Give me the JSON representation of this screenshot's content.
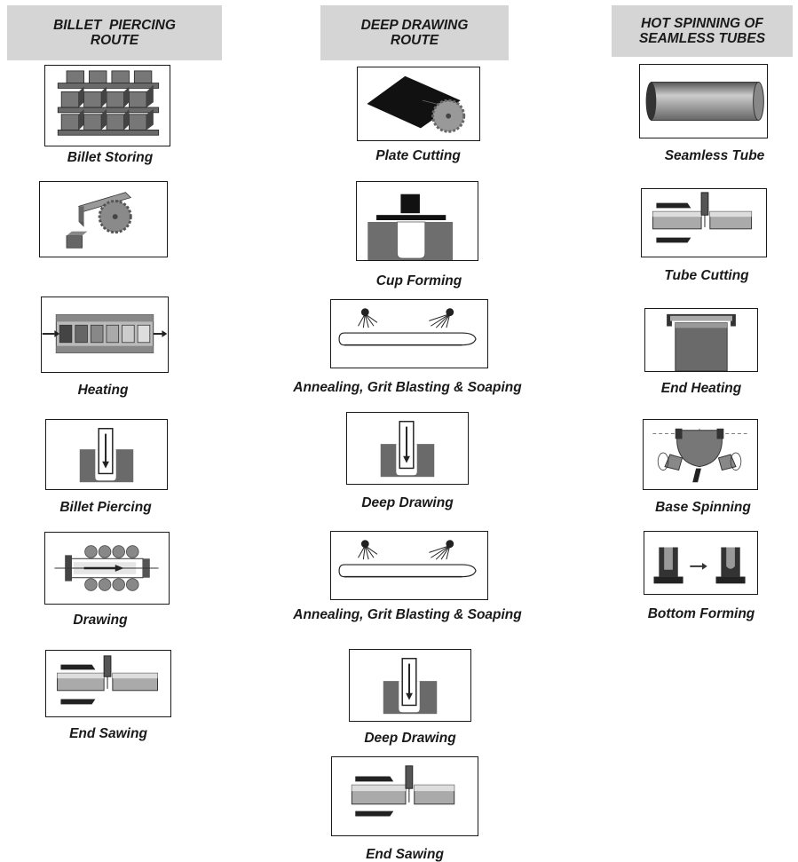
{
  "columns": [
    {
      "title_lines": [
        "BILLET  PIERCING",
        "ROUTE"
      ],
      "steps": [
        "Billet Storing",
        "",
        "Heating",
        "Billet Piercing",
        "Drawing",
        "End Sawing"
      ]
    },
    {
      "title_lines": [
        "DEEP DRAWING",
        "ROUTE"
      ],
      "steps": [
        "Plate Cutting",
        "Cup Forming",
        "Annealing, Grit Blasting & Soaping",
        "Deep Drawing",
        "Annealing, Grit Blasting & Soaping",
        "Deep Drawing",
        "End Sawing"
      ]
    },
    {
      "title_lines": [
        "HOT SPINNING OF",
        "SEAMLESS TUBES"
      ],
      "steps": [
        "Seamless Tube",
        "Tube Cutting",
        "End Heating",
        "Base Spinning",
        "Bottom Forming"
      ]
    }
  ],
  "icons": [
    "billet-stack-icon",
    "saw-cut-icon",
    "furnace-icon",
    "piercing-die-icon",
    "drawing-rolls-icon",
    "tube-saw-icon",
    "plate-cut-icon",
    "cup-forming-icon",
    "annealing-tube-icon",
    "deep-drawing-die-icon",
    "tube-icon",
    "end-heating-icon",
    "base-spinning-icon",
    "bottom-forming-icon"
  ]
}
